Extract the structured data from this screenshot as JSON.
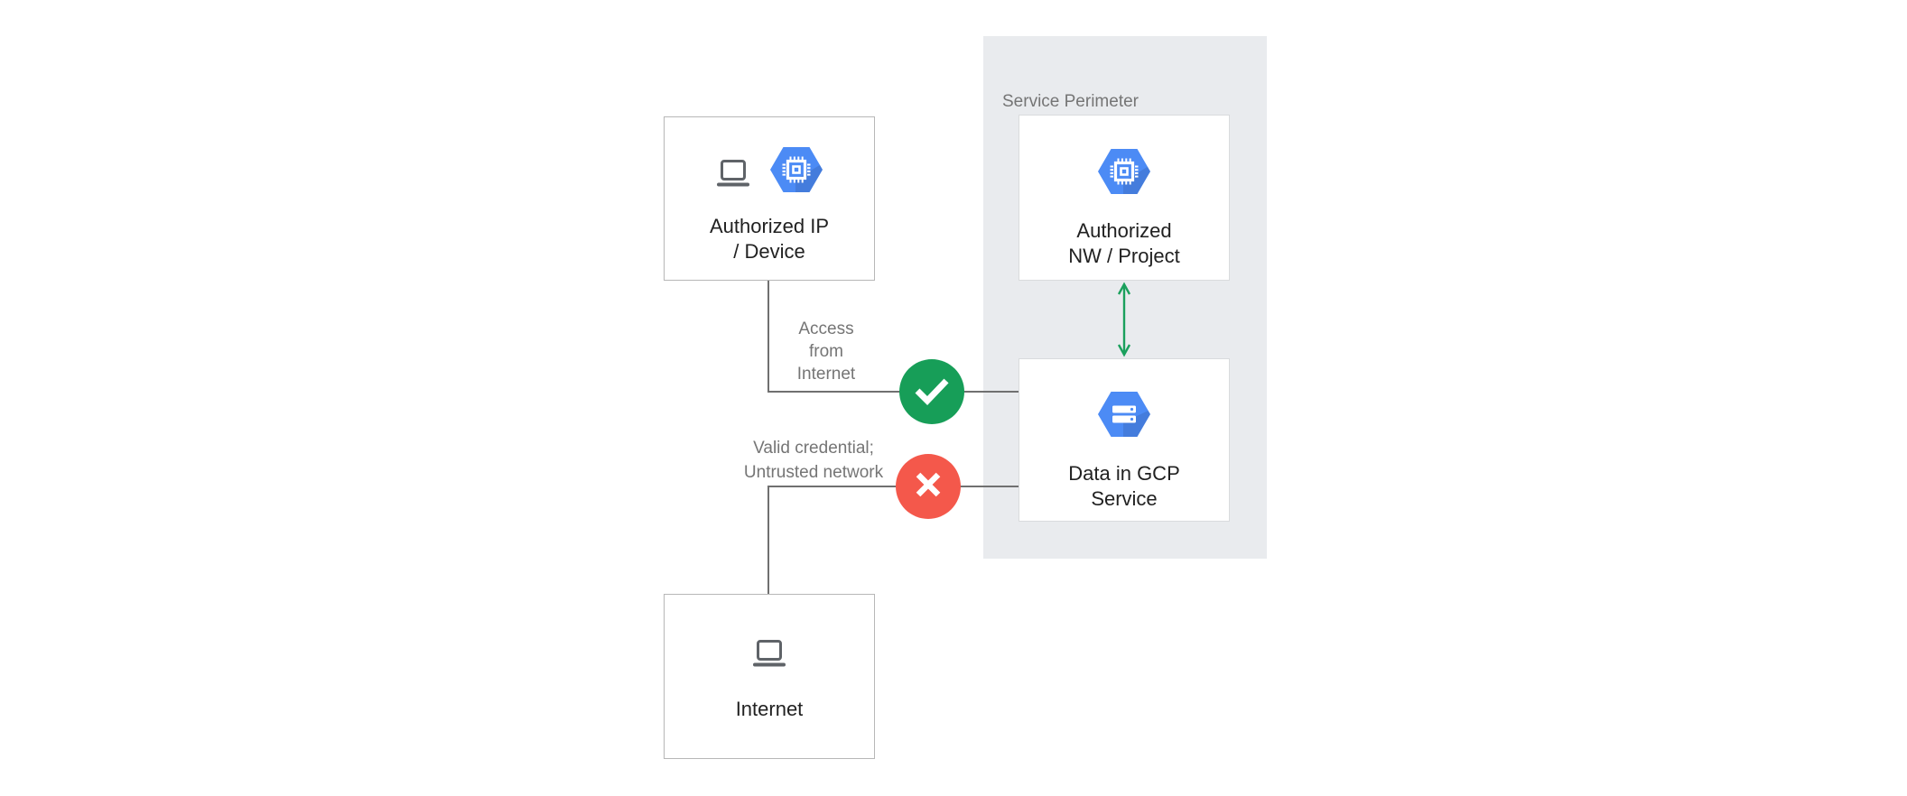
{
  "perimeter": {
    "label": "Service Perimeter",
    "bg_color": "#E9EBEE"
  },
  "nodes": [
    {
      "id": "authorized-ip-device",
      "label": "Authorized IP\n/ Device",
      "icons": [
        "laptop-icon",
        "gcp-compute-hexagon-icon"
      ]
    },
    {
      "id": "internet",
      "label": "Internet",
      "icons": [
        "laptop-icon"
      ]
    },
    {
      "id": "authorized-nw-project",
      "label": "Authorized\nNW / Project",
      "icons": [
        "gcp-compute-hexagon-icon"
      ]
    },
    {
      "id": "data-in-gcp-service",
      "label": "Data in GCP\nService",
      "icons": [
        "gcp-storage-hexagon-icon"
      ]
    }
  ],
  "edges": [
    {
      "id": "access-from-internet",
      "from": "authorized-ip-device",
      "to": "data-in-gcp-service",
      "label": "Access\nfrom\nInternet",
      "status": "allowed",
      "badge": "check-icon",
      "badge_color": "#179E58"
    },
    {
      "id": "untrusted-network",
      "from": "internet",
      "to": "data-in-gcp-service",
      "label": "Valid credential;\nUntrusted network",
      "status": "blocked",
      "badge": "x-icon",
      "badge_color": "#F4584B"
    },
    {
      "id": "nw-project-to-data",
      "from": "authorized-nw-project",
      "to": "data-in-gcp-service",
      "label": "",
      "status": "bidirectional",
      "badge": "double-arrow-icon",
      "badge_color": "#1AA05C"
    }
  ],
  "colors": {
    "hexagon_blue": "#4C8BF5",
    "laptop_gray": "#5F6368",
    "node_label": "#212121",
    "secondary_label": "#757575",
    "connector_gray": "#707070",
    "badge_green": "#179E58",
    "badge_red": "#F4584B",
    "arrow_green": "#1AA05C",
    "perimeter_bg": "#E9EBEE"
  }
}
